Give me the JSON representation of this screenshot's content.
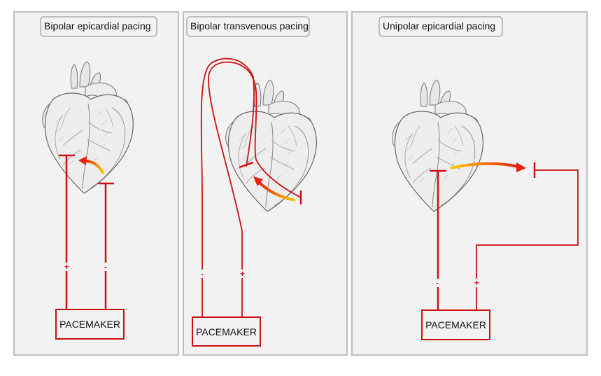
{
  "panels": [
    {
      "title": "Bipolar epicardial pacing",
      "device_label": "PACEMAKER",
      "terminal_left": "+",
      "terminal_right": "-"
    },
    {
      "title": "Bipolar transvenous pacing",
      "device_label": "PACEMAKER",
      "terminal_left": "-",
      "terminal_right": "+"
    },
    {
      "title": "Unipolar epicardial pacing",
      "device_label": "PACEMAKER",
      "terminal_left": "-",
      "terminal_right": "+"
    }
  ],
  "colors": {
    "lead": "#cc1111",
    "arrow_start": "#ffcc00",
    "arrow_end": "#e8200f",
    "panel_bg": "#f2f2f2",
    "panel_border": "#bdbdbd"
  },
  "icons": {
    "heart": "heart-illustration-icon",
    "arrow": "current-flow-arrow-icon"
  }
}
